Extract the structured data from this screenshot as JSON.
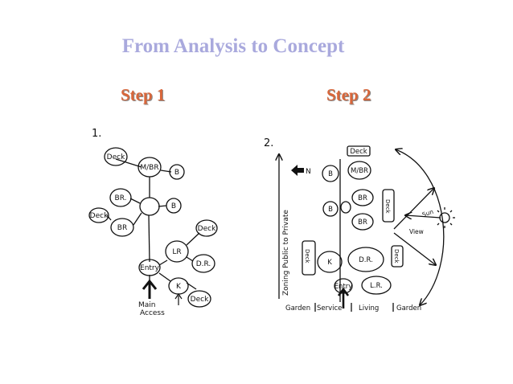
{
  "slide": {
    "title": "From Analysis to Concept"
  },
  "steps": [
    {
      "label": "Step 1"
    },
    {
      "label": "Step 2"
    }
  ],
  "diagram1": {
    "number": "1.",
    "nodes": {
      "deck_top": "Deck",
      "mbr": "M/BR",
      "b_top": "B",
      "br_upper": "BR.",
      "b_right": "B",
      "deck_left": "Deck",
      "br_lower": "BR",
      "deck_right": "Deck",
      "lr": "LR",
      "entry": "Entry",
      "dr": "D.R.",
      "k": "K",
      "deck_bottom": "Deck"
    },
    "access_label": [
      "Main",
      "Access"
    ]
  },
  "diagram2": {
    "number": "2.",
    "north": "N",
    "zoning": "Zoning Public to Private",
    "nodes": {
      "deck_top": "Deck",
      "b_top": "B",
      "mbr": "M/BR",
      "b_mid": "B",
      "br_upper": "BR",
      "br_lower": "BR",
      "deck_right_top": "Deck",
      "deck_left": "Deck",
      "k": "K",
      "dr": "D.R.",
      "deck_right_mid": "Deck",
      "entry": "Entry",
      "lr": "L.R."
    },
    "sun": "Sun",
    "view": "View",
    "bottom_labels": [
      "Garden",
      "Service",
      "Living",
      "Garden"
    ]
  }
}
